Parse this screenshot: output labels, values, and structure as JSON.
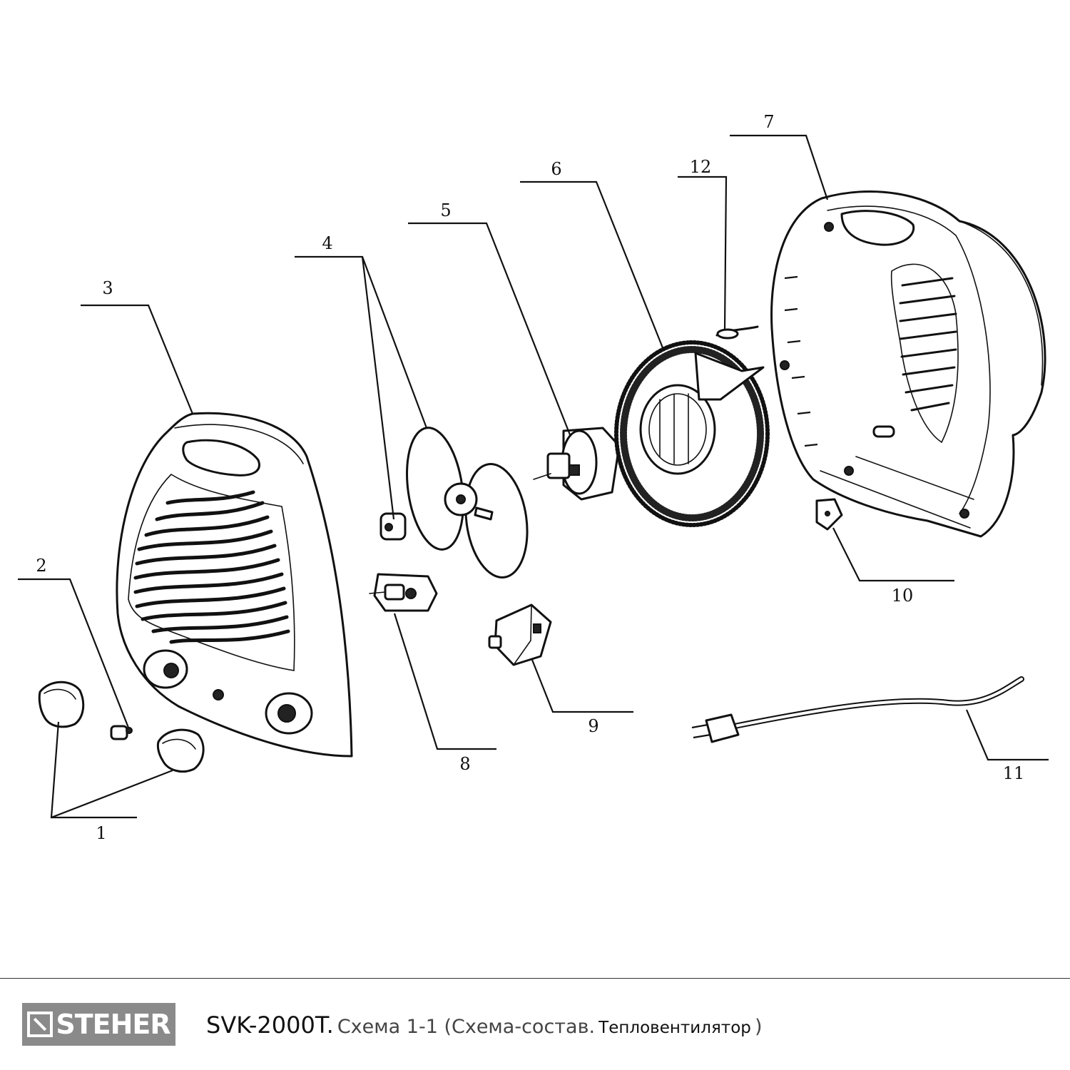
{
  "diagram": {
    "callouts": [
      {
        "id": 1,
        "label": "1"
      },
      {
        "id": 2,
        "label": "2"
      },
      {
        "id": 3,
        "label": "3"
      },
      {
        "id": 4,
        "label": "4"
      },
      {
        "id": 5,
        "label": "5"
      },
      {
        "id": 6,
        "label": "6"
      },
      {
        "id": 7,
        "label": "7"
      },
      {
        "id": 8,
        "label": "8"
      },
      {
        "id": 9,
        "label": "9"
      },
      {
        "id": 10,
        "label": "10"
      },
      {
        "id": 11,
        "label": "11"
      },
      {
        "id": 12,
        "label": "12"
      }
    ]
  },
  "footer": {
    "brand": "STEHER",
    "model": "SVK-2000T.",
    "scheme": "Схема 1-1 (Схема-состав.",
    "product": "Тепловентилятор",
    "close": ")",
    "logo_color": "#8a8a8a"
  }
}
